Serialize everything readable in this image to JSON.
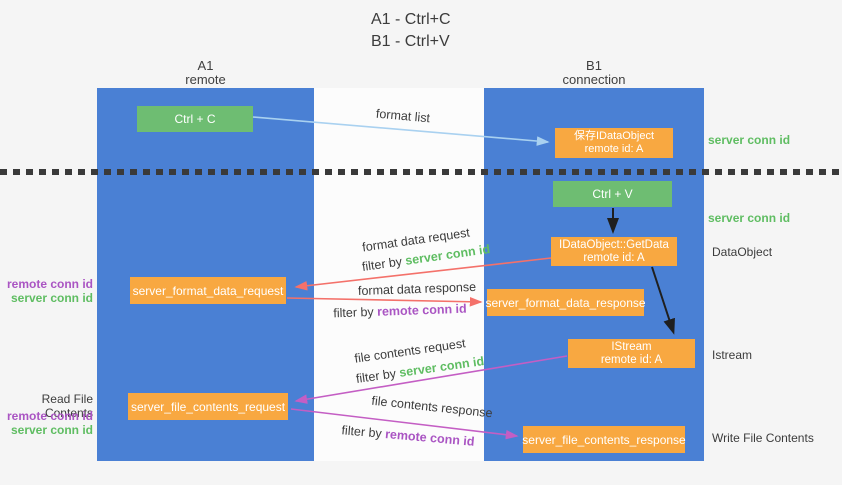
{
  "title": {
    "line1": "A1 - Ctrl+C",
    "line2": "B1 - Ctrl+V"
  },
  "lanes": {
    "a1": {
      "header_line1": "A1",
      "header_line2": "remote"
    },
    "b1": {
      "header_line1": "B1",
      "header_line2": "connection"
    }
  },
  "nodes": {
    "ctrl_c": {
      "label": "Ctrl + C"
    },
    "save_idataobject": {
      "line1": "保存IDataObject",
      "line2": "remote id: A"
    },
    "ctrl_v": {
      "label": "Ctrl + V"
    },
    "getdata": {
      "line1": "IDataObject::GetData",
      "line2": "remote id: A"
    },
    "format_request": {
      "label": "server_format_data_request"
    },
    "format_response": {
      "label": "server_format_data_response"
    },
    "istream": {
      "line1": "IStream",
      "line2": "remote id: A"
    },
    "file_request": {
      "label": "server_file_contents_request"
    },
    "file_response": {
      "label": "server_file_contents_response"
    }
  },
  "side_labels": {
    "server_conn_id_top": "server conn id",
    "server_conn_id_mid": "server conn id",
    "dataobject": "DataObject",
    "istream": "Istream",
    "write_file_contents": "Write File Contents",
    "read_file_contents": "Read File Contents",
    "remote_conn_id_1": "remote conn id",
    "server_conn_id_1": "server conn id",
    "remote_conn_id_2": "remote conn id",
    "server_conn_id_2": "server conn id"
  },
  "edge_labels": {
    "format_list": "format list",
    "format_data_request": "format data request",
    "format_data_response": "format data response",
    "file_contents_request": "file contents request",
    "file_contents_response": "file contents response",
    "filter_by": "filter by ",
    "server_conn_id": "server conn id",
    "remote_conn_id": "remote conn id"
  },
  "colors": {
    "lane_blue": "#4a80d4",
    "box_green": "#6ebd72",
    "box_orange": "#f8a841",
    "arrow_blue": "#a9d1f0",
    "arrow_red": "#f4716a",
    "arrow_magenta": "#c45ec4",
    "arrow_black": "#1f1f1f",
    "label_green": "#5fbd62",
    "label_purple": "#aa55c3",
    "text_dark": "#3c3c3c"
  }
}
